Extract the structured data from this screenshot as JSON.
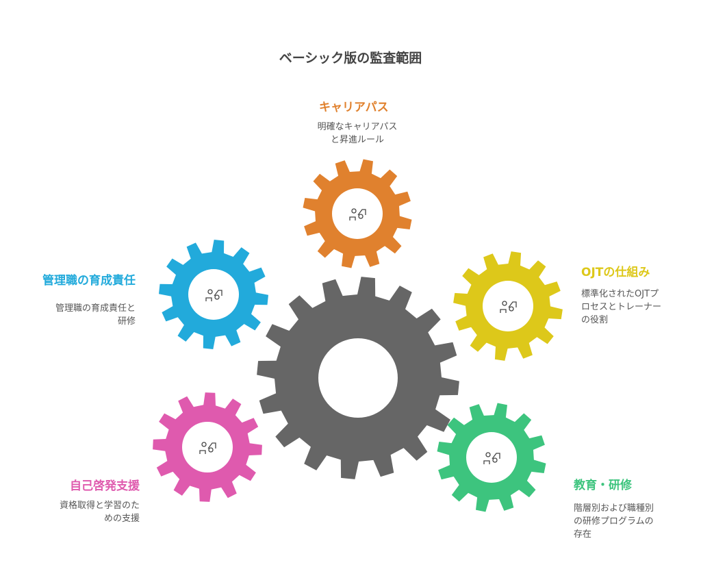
{
  "title": "ベーシック版の監査範囲",
  "items": [
    {
      "key": "career",
      "title": "キャリアパス",
      "desc": "明確なキャリアパス\nと昇進ルール",
      "color": "#E0812E",
      "icon": "career-ladder-icon"
    },
    {
      "key": "manager",
      "title": "管理職の育成責任",
      "desc": "管理職の育成責任と\n研修",
      "color": "#22AADB",
      "icon": "presenter-audience-icon"
    },
    {
      "key": "ojt",
      "title": "OJTの仕組み",
      "desc": "標準化されたOJTプ\nロセスとトレーナー\nの役割",
      "color": "#DDC81A",
      "icon": "trainer-pair-icon"
    },
    {
      "key": "self",
      "title": "自己啓発支援",
      "desc": "資格取得と学習のた\nめの支援",
      "color": "#DF5AAE",
      "icon": "self-study-icon"
    },
    {
      "key": "education",
      "title": "教育・研修",
      "desc": "階層別および職種別\nの研修プログラムの\n存在",
      "color": "#3DC47E",
      "icon": "graduation-network-icon"
    }
  ],
  "center_color": "#666666"
}
